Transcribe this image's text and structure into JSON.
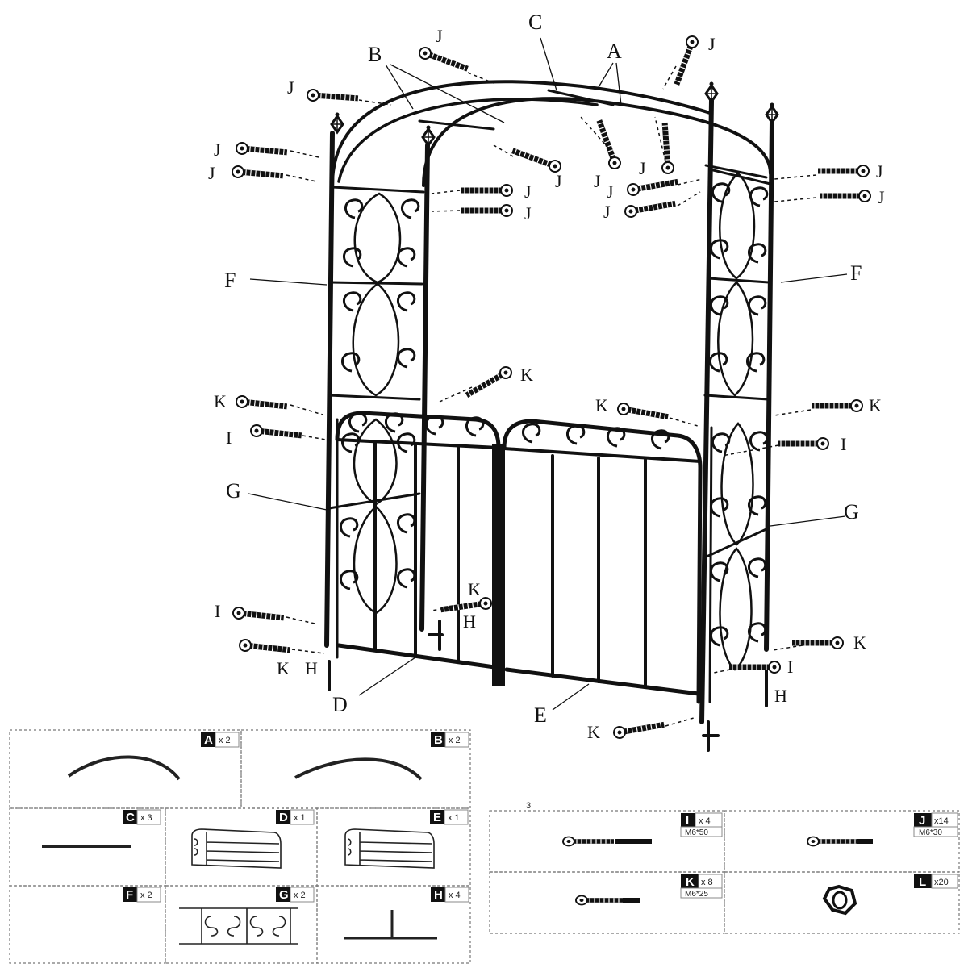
{
  "callout_labels": [
    "A",
    "B",
    "C",
    "D",
    "E",
    "F",
    "G",
    "H",
    "I",
    "J",
    "K"
  ],
  "screw_labels": {
    "J": "J",
    "K": "K",
    "I": "I",
    "H": "H"
  },
  "parts": [
    {
      "id": "A",
      "qty": "x 2"
    },
    {
      "id": "B",
      "qty": "x 2"
    },
    {
      "id": "C",
      "qty": "x 3"
    },
    {
      "id": "D",
      "qty": "x 1"
    },
    {
      "id": "E",
      "qty": "x 1"
    },
    {
      "id": "F",
      "qty": "x 2"
    },
    {
      "id": "G",
      "qty": "x 2"
    },
    {
      "id": "H",
      "qty": "x 4"
    }
  ],
  "hardware": [
    {
      "id": "I",
      "qty": "x 4",
      "spec": "M6*50"
    },
    {
      "id": "J",
      "qty": "x14",
      "spec": "M6*30"
    },
    {
      "id": "K",
      "qty": "x 8",
      "spec": "M6*25"
    },
    {
      "id": "L",
      "qty": "x20",
      "spec": ""
    }
  ],
  "stray_mark": "3",
  "colors": {
    "ink": "#111111",
    "dash": "#777777"
  }
}
